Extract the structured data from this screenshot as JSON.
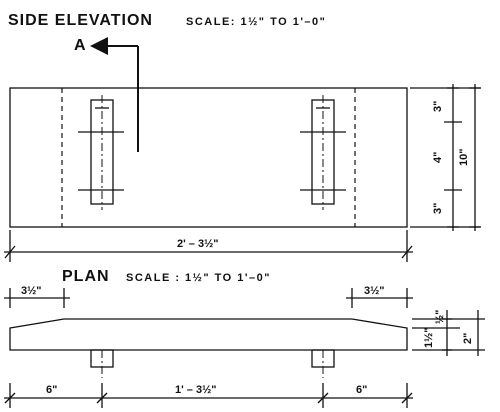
{
  "side_elevation": {
    "title": "SIDE ELEVATION",
    "scale": "SCALE: 1½\" TO 1'–0\"",
    "section_marker": "A"
  },
  "plan": {
    "title": "PLAN",
    "scale": "SCALE : 1½\" TO 1'–0\""
  },
  "dimensions": {
    "overall_length": "2' – 3½\"",
    "end_offset_left": "3½\"",
    "end_offset_right": "3½\"",
    "edge_left": "6\"",
    "center_span": "1' – 3½\"",
    "edge_right": "6\"",
    "width_top": "3\"",
    "width_middle": "4\"",
    "width_bottom": "3\"",
    "width_total": "10\"",
    "thickness_taper": "1½\"",
    "thickness_small": "½\"",
    "thickness_total": "2\""
  }
}
